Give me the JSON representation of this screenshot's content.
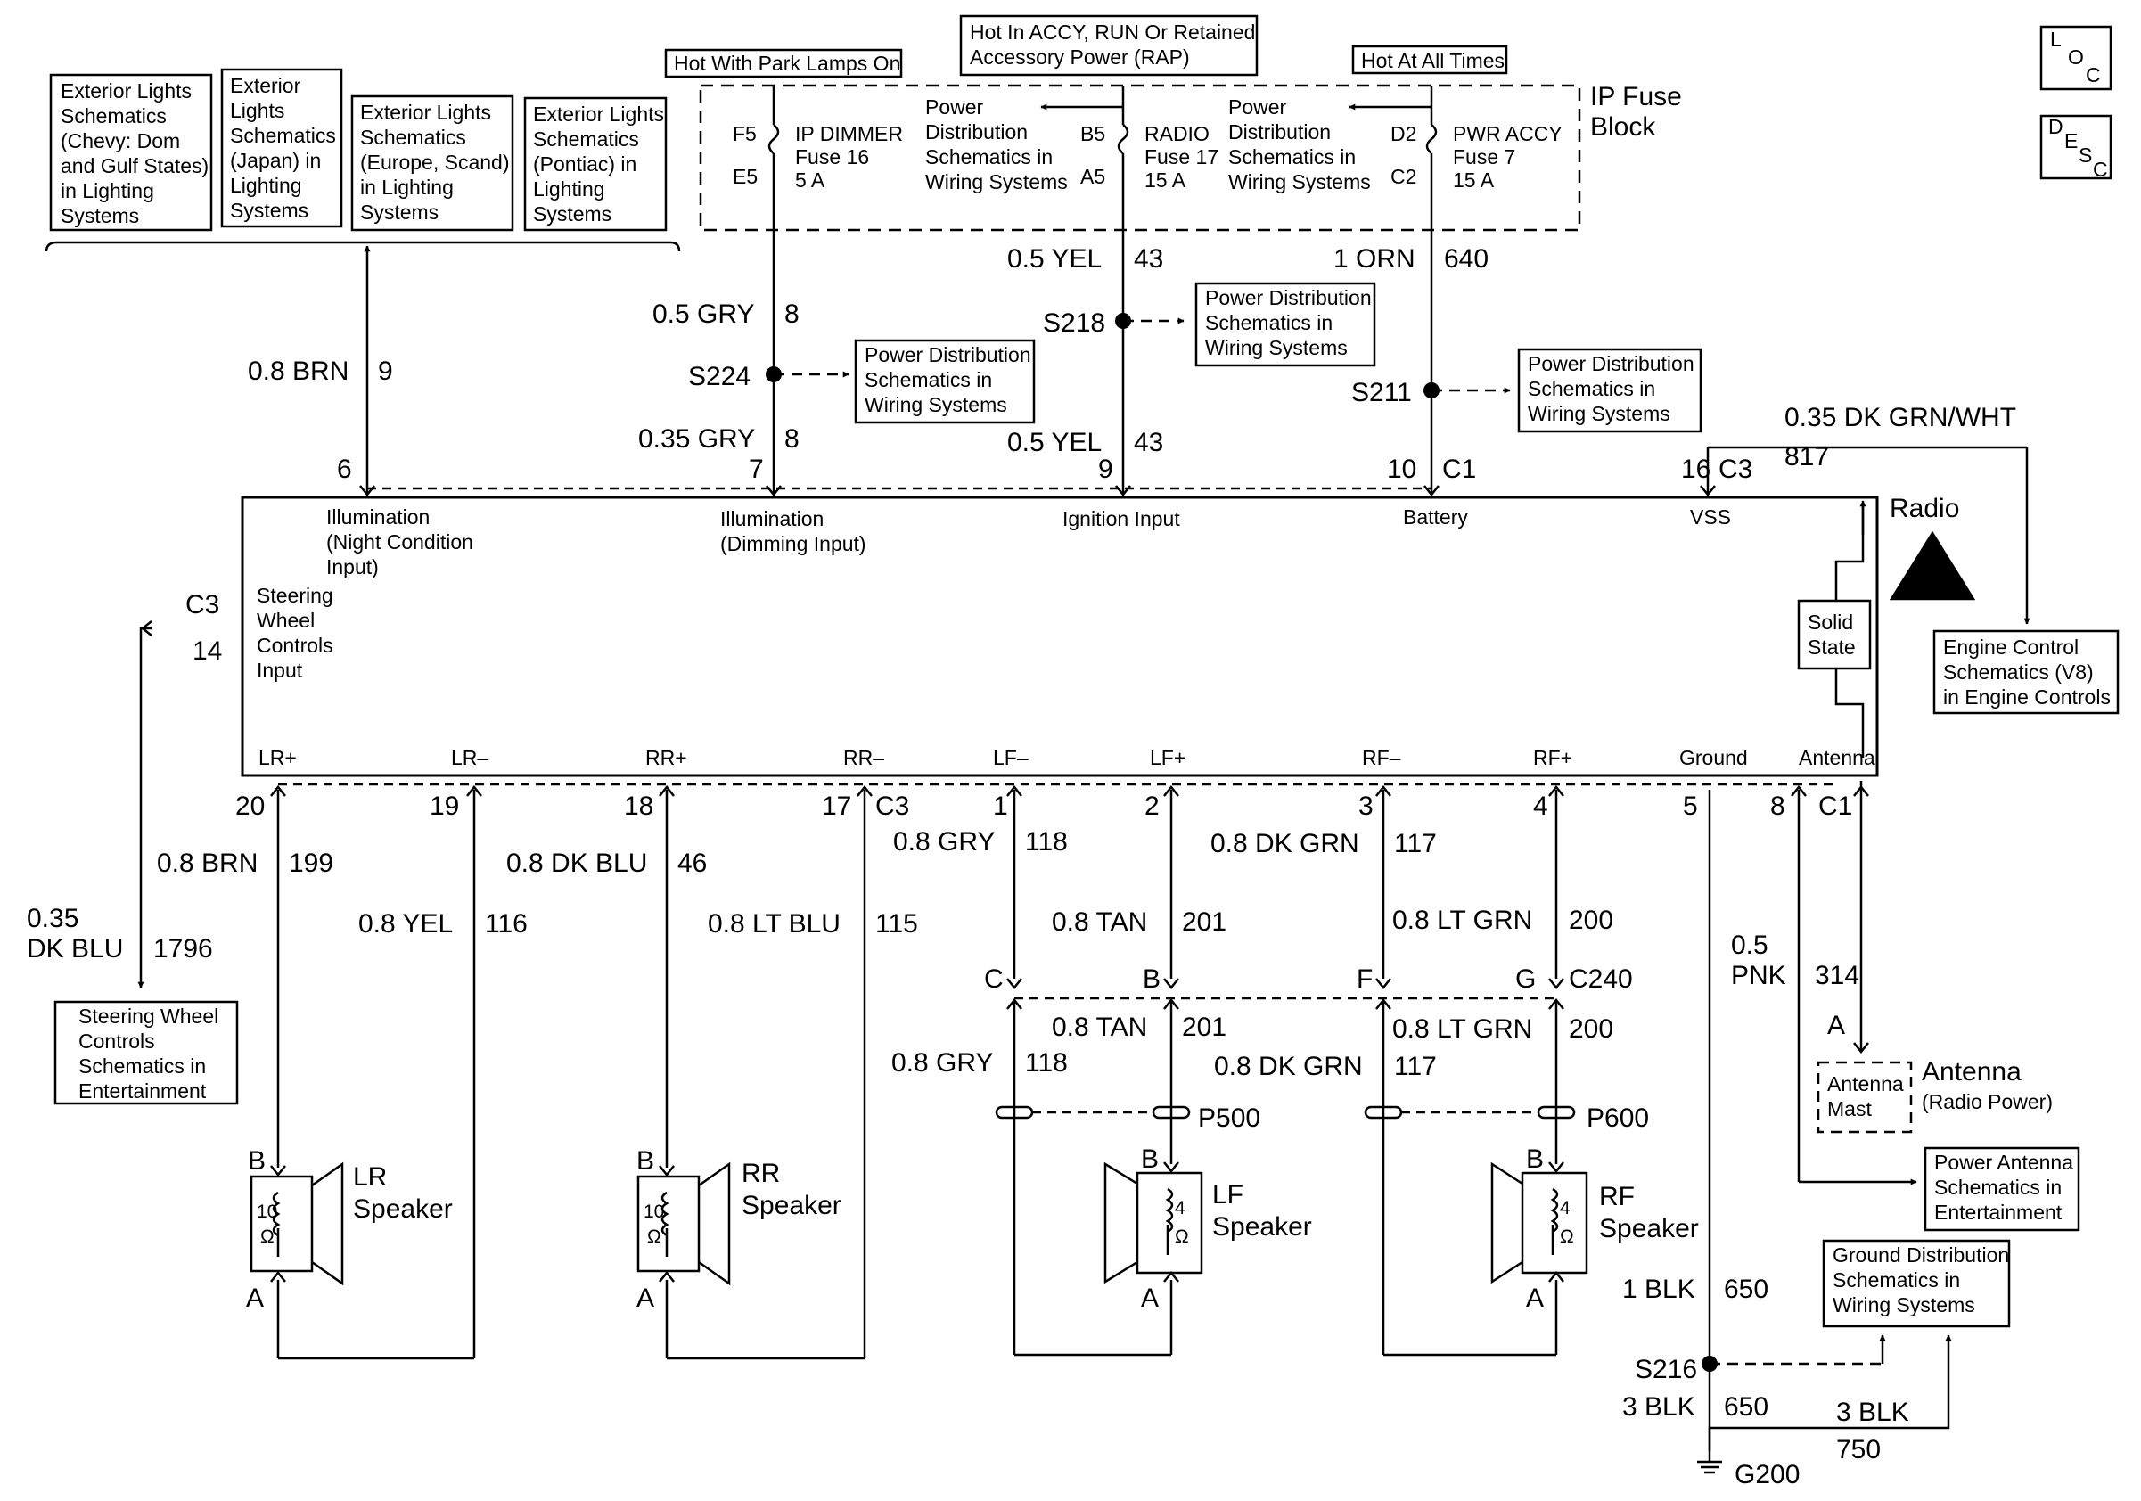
{
  "boxes": {
    "ext_chevy": [
      "Exterior Lights",
      "Schematics",
      "(Chevy: Dom",
      "and Gulf States)",
      "in Lighting",
      "Systems"
    ],
    "ext_japan": [
      "Exterior",
      "Lights",
      "Schematics",
      "(Japan) in",
      "Lighting",
      "Systems"
    ],
    "ext_europe": [
      "Exterior Lights",
      "Schematics",
      "(Europe, Scand)",
      "in Lighting",
      "Systems"
    ],
    "ext_pontiac": [
      "Exterior Lights",
      "Schematics",
      "(Pontiac) in",
      "Lighting",
      "Systems"
    ],
    "hot_park": "Hot With Park Lamps On",
    "hot_accy": [
      "Hot In ACCY, RUN Or Retained",
      "Accessory Power (RAP)"
    ],
    "hot_always": "Hot At All Times",
    "pd_s224": [
      "Power Distribution",
      "Schematics in",
      "Wiring Systems"
    ],
    "pd_s218": [
      "Power Distribution",
      "Schematics in",
      "Wiring Systems"
    ],
    "pd_s211": [
      "Power Distribution",
      "Schematics in",
      "Wiring Systems"
    ],
    "engine": [
      "Engine Control",
      "Schematics (V8)",
      "in Engine Controls"
    ],
    "steering": [
      "Steering Wheel",
      "Controls",
      "Schematics in",
      "Entertainment"
    ],
    "power_antenna": [
      "Power Antenna",
      "Schematics in",
      "Entertainment"
    ],
    "ground_dist": [
      "Ground Distribution",
      "Schematics in",
      "Wiring Systems"
    ],
    "solid_state": [
      "Solid",
      "State"
    ],
    "antenna_mast": [
      "Antenna",
      "Mast"
    ],
    "loc": [
      "L",
      "O",
      "C"
    ],
    "desc": [
      "D",
      "E",
      "S",
      "C"
    ]
  },
  "fuse_block": {
    "title": [
      "IP Fuse",
      "Block"
    ],
    "pd_left": [
      "Power",
      "Distribution",
      "Schematics in",
      "Wiring Systems"
    ],
    "pd_right": [
      "Power",
      "Distribution",
      "Schematics in",
      "Wiring Systems"
    ],
    "f16": {
      "top": "F5",
      "bottom": "E5",
      "label": [
        "IP DIMMER",
        "Fuse 16",
        "5 A"
      ]
    },
    "f17": {
      "top": "B5",
      "bottom": "A5",
      "label": [
        "RADIO",
        "Fuse 17",
        "15 A"
      ]
    },
    "f7": {
      "top": "D2",
      "bottom": "C2",
      "label": [
        "PWR ACCY",
        "Fuse 7",
        "15 A"
      ]
    }
  },
  "radio": {
    "title": "Radio",
    "top_labels": {
      "illum_night": [
        "Illumination",
        "(Night Condition",
        "Input)"
      ],
      "illum_dim": [
        "Illumination",
        "(Dimming Input)"
      ],
      "ignition": "Ignition Input",
      "battery": "Battery",
      "vss": "VSS"
    },
    "steering_input": [
      "Steering",
      "Wheel",
      "Controls",
      "Input"
    ],
    "bottom_labels": [
      "LR+",
      "LR–",
      "RR+",
      "RR–",
      "LF–",
      "LF+",
      "RF–",
      "RF+",
      "Ground",
      "Antenna"
    ]
  },
  "pins": {
    "p6": "6",
    "p7": "7",
    "p9": "9",
    "p10": "10",
    "c1_top": "C1",
    "p16": "16",
    "c3_top": "C3",
    "c3_left": "C3",
    "p14": "14",
    "p20": "20",
    "p19": "19",
    "p18": "18",
    "p17": "17",
    "c3_bot": "C3",
    "p1": "1",
    "p2": "2",
    "p3": "3",
    "p4": "4",
    "p5": "5",
    "p8": "8",
    "c1_bot": "C1",
    "c240": "C240",
    "cC": "C",
    "cB": "B",
    "cF": "F",
    "cG": "G",
    "ant_A": "A"
  },
  "wires": {
    "w_brn9": {
      "color": "0.8 BRN",
      "circuit": "9"
    },
    "w_gry8a": {
      "color": "0.5 GRY",
      "circuit": "8"
    },
    "w_gry8b": {
      "color": "0.35 GRY",
      "circuit": "8"
    },
    "w_yel43a": {
      "color": "0.5 YEL",
      "circuit": "43"
    },
    "w_yel43b": {
      "color": "0.5 YEL",
      "circuit": "43"
    },
    "w_orn640": {
      "color": "1 ORN",
      "circuit": "640"
    },
    "w_vss": {
      "color": "0.35 DK GRN/WHT",
      "circuit": "817"
    },
    "w_swc": {
      "color": [
        "0.35",
        "DK BLU"
      ],
      "circuit": "1796"
    },
    "w_brn199": {
      "color": "0.8 BRN",
      "circuit": "199"
    },
    "w_yel116": {
      "color": "0.8 YEL",
      "circuit": "116"
    },
    "w_dkblu46": {
      "color": "0.8 DK BLU",
      "circuit": "46"
    },
    "w_ltblu115": {
      "color": "0.8 LT BLU",
      "circuit": "115"
    },
    "w_gry118a": {
      "color": "0.8 GRY",
      "circuit": "118"
    },
    "w_tan201a": {
      "color": "0.8 TAN",
      "circuit": "201"
    },
    "w_dkgrn117a": {
      "color": "0.8 DK GRN",
      "circuit": "117"
    },
    "w_ltgrn200a": {
      "color": "0.8 LT GRN",
      "circuit": "200"
    },
    "w_tan201b": {
      "color": "0.8 TAN",
      "circuit": "201"
    },
    "w_gry118b": {
      "color": "0.8 GRY",
      "circuit": "118"
    },
    "w_ltgrn200b": {
      "color": "0.8 LT GRN",
      "circuit": "200"
    },
    "w_dkgrn117b": {
      "color": "0.8 DK GRN",
      "circuit": "117"
    },
    "w_pnk": {
      "color": [
        "0.5",
        "PNK"
      ],
      "circuit": "314"
    },
    "w_blk650a": {
      "color": "1 BLK",
      "circuit": "650"
    },
    "w_blk650b": {
      "color": "3 BLK",
      "circuit": "650"
    },
    "w_blk750": {
      "color": "3 BLK",
      "circuit": "750"
    }
  },
  "splices": {
    "s224": "S224",
    "s218": "S218",
    "s211": "S211",
    "s216": "S216",
    "g200": "G200",
    "p500": "P500",
    "p600": "P600"
  },
  "speakers": {
    "lr": {
      "name": [
        "LR",
        "Speaker"
      ],
      "ohm": [
        "10",
        "Ω"
      ],
      "pinB": "B",
      "pinA": "A"
    },
    "rr": {
      "name": [
        "RR",
        "Speaker"
      ],
      "ohm": [
        "10",
        "Ω"
      ],
      "pinB": "B",
      "pinA": "A"
    },
    "lf": {
      "name": [
        "LF",
        "Speaker"
      ],
      "ohm": [
        "4",
        "Ω"
      ],
      "pinB": "B",
      "pinA": "A"
    },
    "rf": {
      "name": [
        "RF",
        "Speaker"
      ],
      "ohm": [
        "4",
        "Ω"
      ],
      "pinB": "B",
      "pinA": "A"
    }
  },
  "antenna": {
    "label": "Antenna",
    "sub": "(Radio Power)"
  }
}
